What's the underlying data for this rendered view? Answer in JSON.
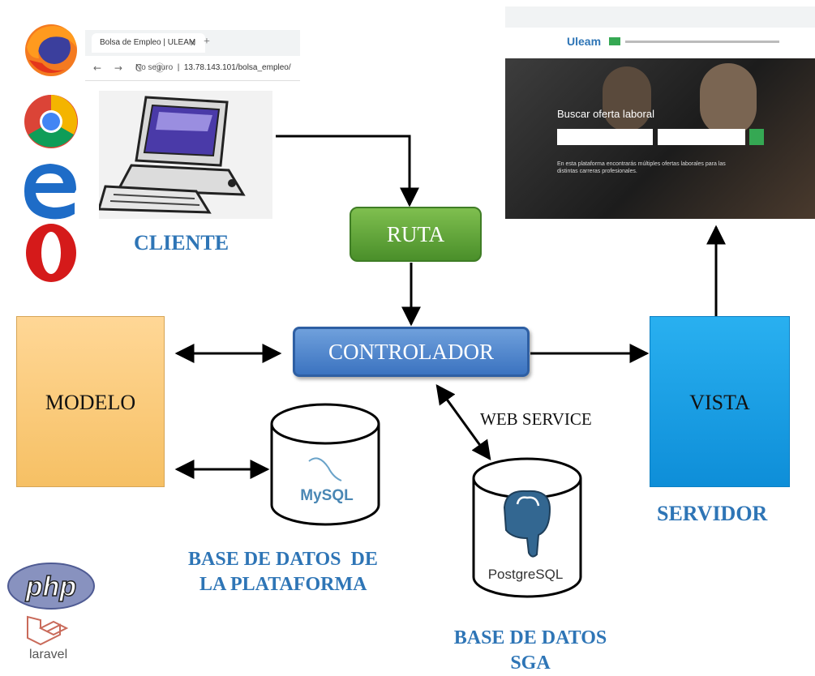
{
  "browser_window": {
    "tab_title": "Bolsa de Empleo | ULEAM",
    "close_glyph": "x",
    "new_tab_glyph": "+",
    "nav_glyphs": "← → C ⓘ",
    "security_label": "No seguro",
    "url": "13.78.143.101/bolsa_empleo/"
  },
  "browsers": [
    "firefox-icon",
    "chrome-icon",
    "edge-icon",
    "opera-icon"
  ],
  "client": {
    "label": "CLIENTE"
  },
  "nodes": {
    "ruta": "RUTA",
    "controlador": "CONTROLADOR",
    "modelo": "MODELO",
    "vista": "VISTA"
  },
  "edge_labels": {
    "web_service": "WEB SERVICE"
  },
  "databases": {
    "mysql": {
      "logo_text": "MySQL",
      "caption_line1": "BASE DE DATOS  DE",
      "caption_line2": "LA PLATAFORMA"
    },
    "postgres": {
      "logo_text": "PostgreSQL",
      "caption_line1": "BASE DE DATOS",
      "caption_line2": "SGA"
    }
  },
  "servidor": {
    "label": "SERVIDOR"
  },
  "site_preview": {
    "logo": "Uleam",
    "hero_title": "Buscar oferta laboral",
    "description": "En esta plataforma encontrarás múltiples ofertas laborales para las distintas carreras profesionales."
  },
  "frameworks": {
    "php": "php",
    "laravel": "laravel"
  },
  "colors": {
    "ruta": "#5aa33a",
    "controlador": "#4a82cc",
    "modelo": "#f9c97a",
    "vista": "#16a0e6",
    "label_blue": "#2e75b6"
  }
}
